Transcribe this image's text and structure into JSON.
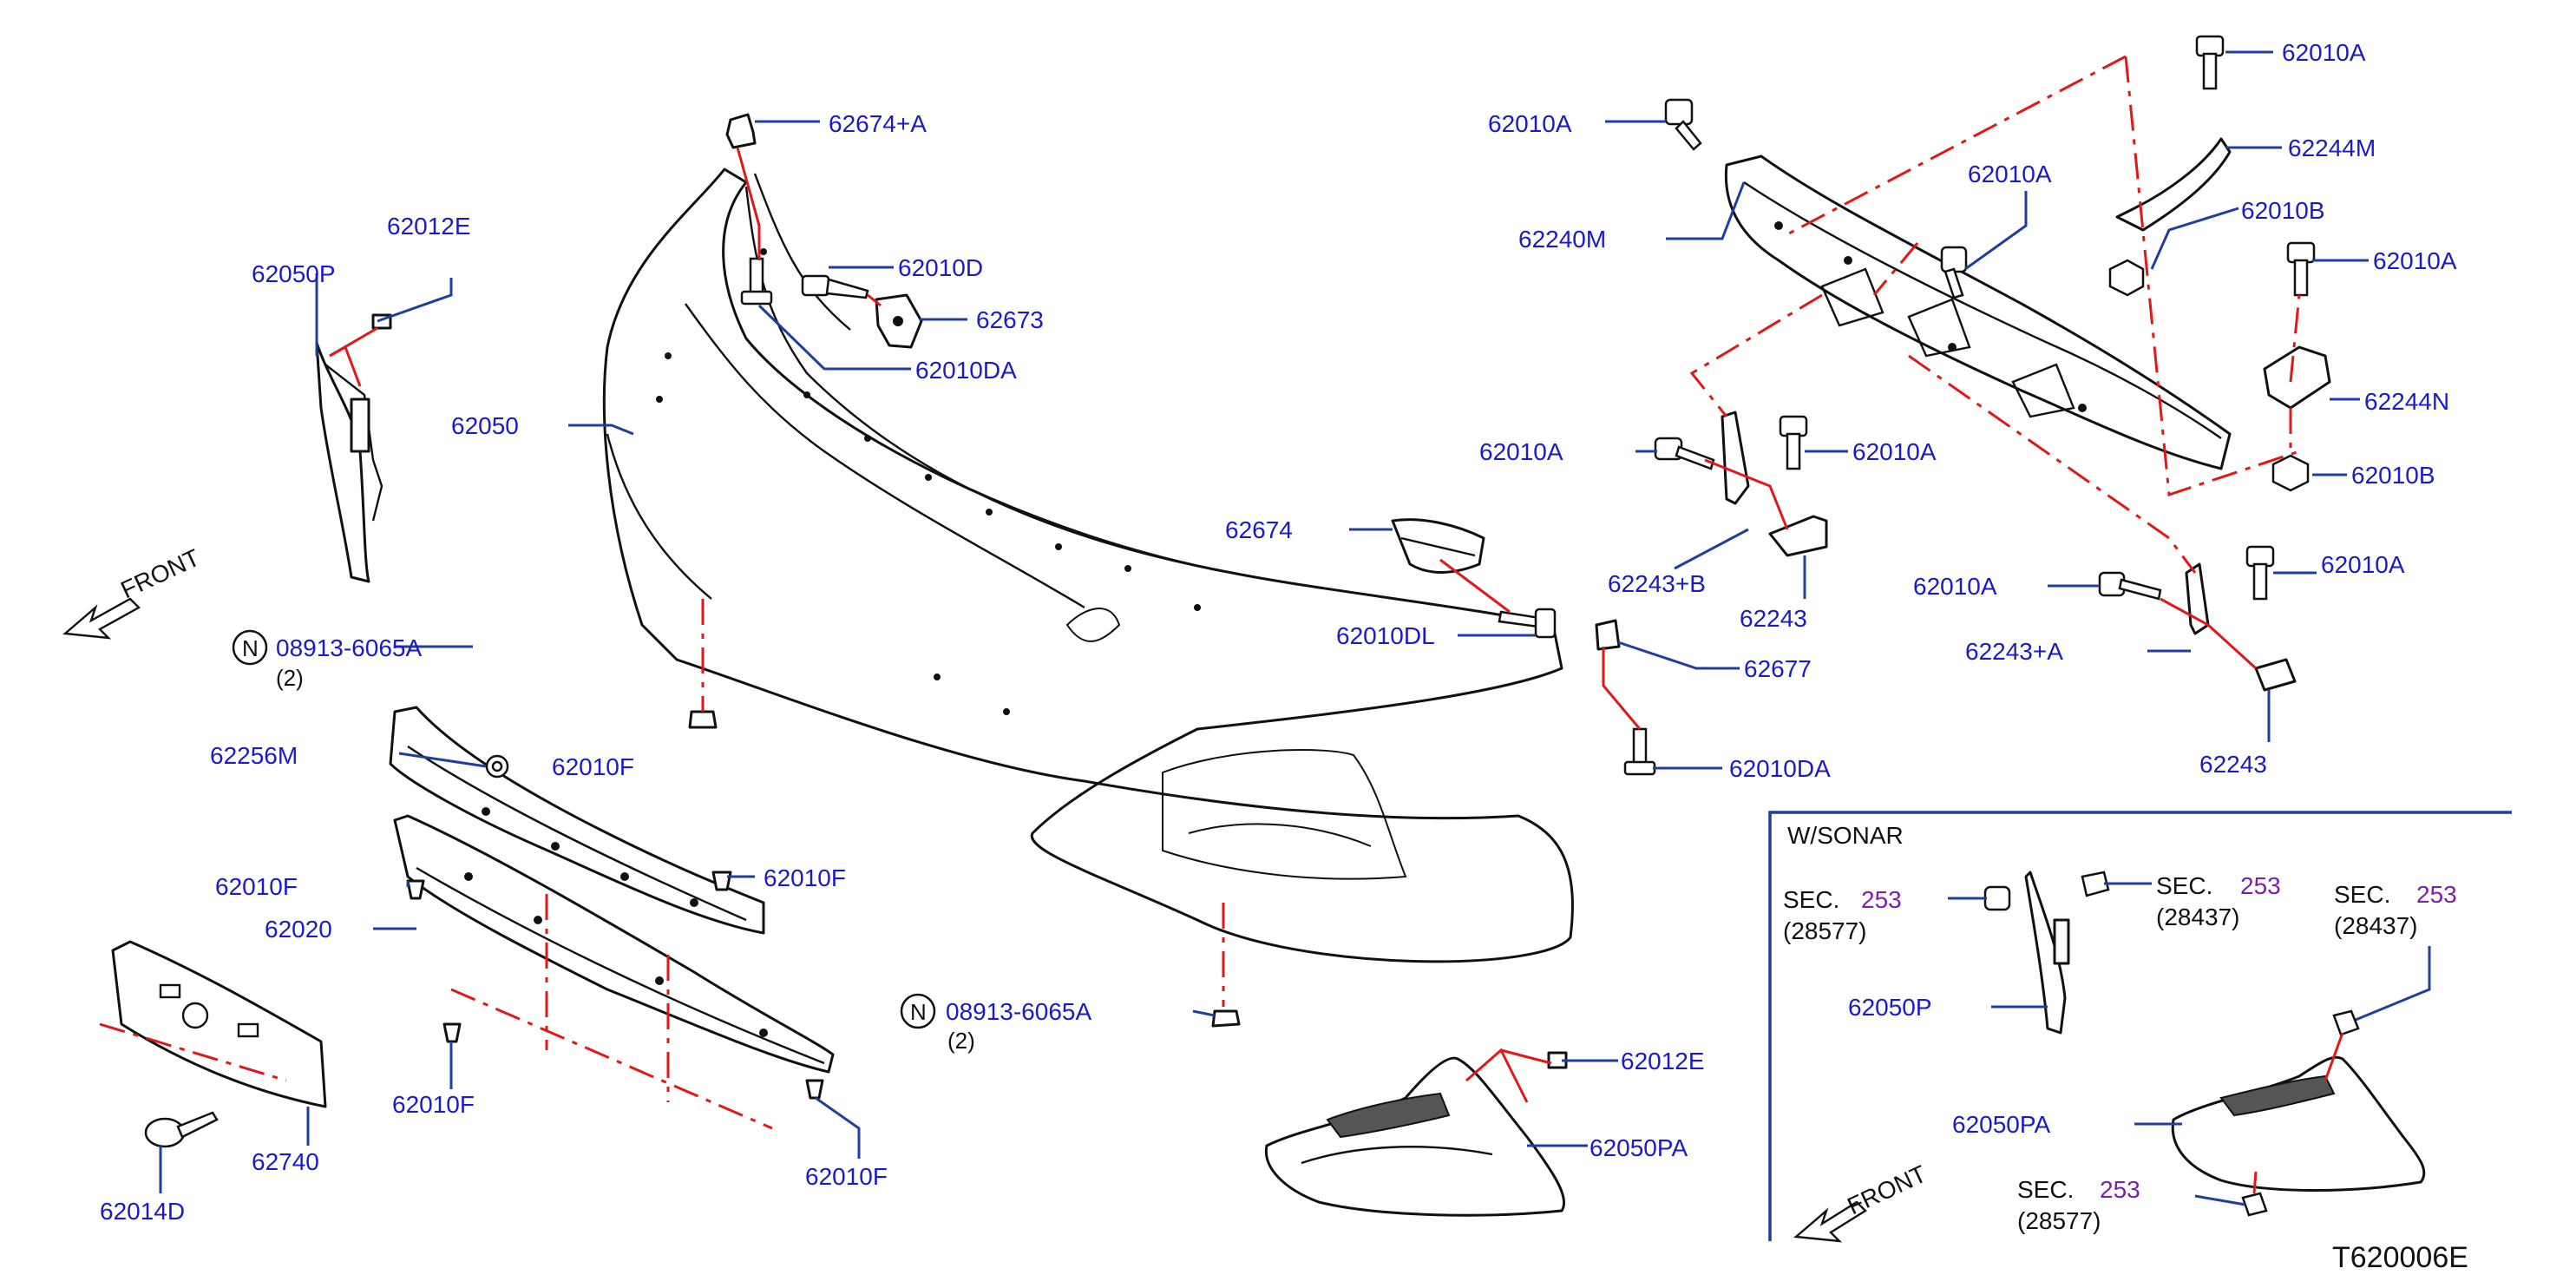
{
  "colors": {
    "part_number": "#1a1ac8",
    "leader_line": "#1f3f9f",
    "guide_line": "#e01818",
    "section_number": "#7a20b0",
    "outline": "#111111"
  },
  "labels": {
    "l62674A": "62674+A",
    "l62010D": "62010D",
    "l62673": "62673",
    "l62010DA_top": "62010DA",
    "l62050": "62050",
    "l62012E_left": "62012E",
    "l62050P_left": "62050P",
    "lFront_left": "FRONT",
    "lNote_top": "08913-6065A",
    "lNote_top_qty": "(2)",
    "l62256M": "62256M",
    "l62010F_a": "62010F",
    "l62010F_b": "62010F",
    "l62010F_c": "62010F",
    "l62010F_d": "62010F",
    "l62010F_e": "62010F",
    "l62020": "62020",
    "l62740": "62740",
    "l62014D": "62014D",
    "lNote_mid": "08913-6065A",
    "lNote_mid_qty": "(2)",
    "l62674": "62674",
    "l62010DL": "62010DL",
    "l62677": "62677",
    "l62010DA_mid": "62010DA",
    "l62012E_bot": "62012E",
    "l62050PA_bot": "62050PA",
    "l62010A_1": "62010A",
    "l62240M": "62240M",
    "l62010A_2": "62010A",
    "l62010A_3": "62010A",
    "l62244M": "62244M",
    "l62010B_1": "62010B",
    "l62010A_4": "62010A",
    "l62244N": "62244N",
    "l62010A_5": "62010A",
    "l62010A_6": "62010A",
    "l62010B_2": "62010B",
    "l62243B": "62243+B",
    "l62243_a": "62243",
    "l62010A_7": "62010A",
    "l62010A_8": "62010A",
    "l62243A": "62243+A",
    "l62243_b": "62243",
    "sonar": {
      "title": "W/SONAR",
      "sec_word": "SEC.",
      "sec_num": "253",
      "ref_a": "(28577)",
      "ref_b": "(28437)",
      "ref_c": "(28437)",
      "ref_d": "(28577)",
      "p62050P": "62050P",
      "p62050PA": "62050PA",
      "front": "FRONT"
    },
    "diagram_code": "T620006E"
  }
}
